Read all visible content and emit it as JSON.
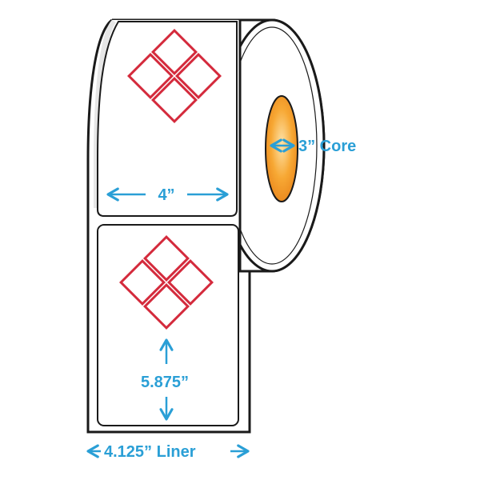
{
  "labels": {
    "label_width": "4”",
    "label_height": "5.875”",
    "core": "3” Core",
    "liner": "4.125” Liner"
  },
  "colors": {
    "dimension": "#2a9fd6",
    "diamond": "#d42a3c",
    "core_fill": "#f39a1e",
    "core_highlight": "#fcd38a",
    "outline": "#1a1a1a",
    "liner_shade": "#e6e6e6"
  },
  "icons": {
    "label_symbol": "ghs-diamond-icon"
  }
}
